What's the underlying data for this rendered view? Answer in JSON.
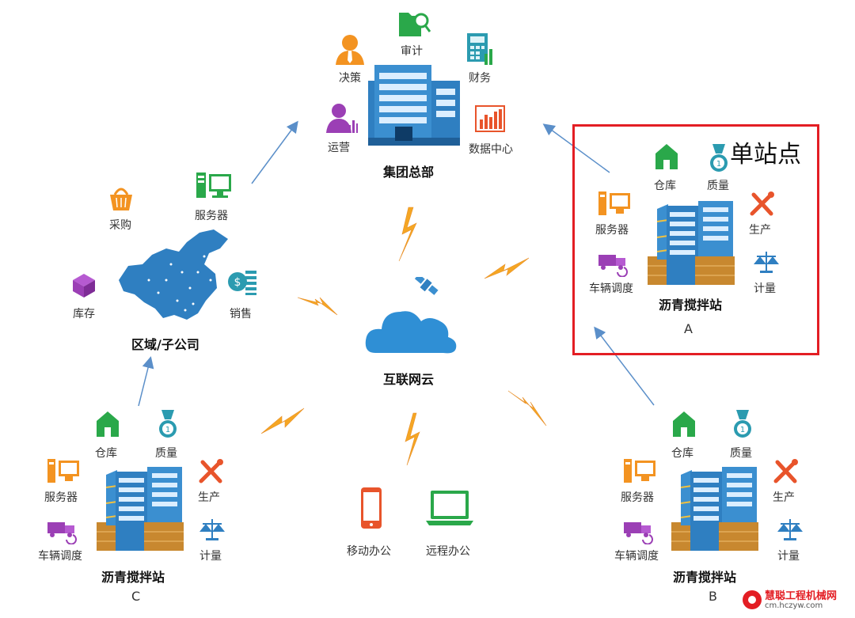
{
  "hq": {
    "title": "集团总部",
    "modules": {
      "audit": "审计",
      "decision": "决策",
      "finance": "财务",
      "operations": "运营",
      "data_center": "数据中心"
    }
  },
  "region": {
    "title": "区域/子公司",
    "modules": {
      "purchase": "采购",
      "server": "服务器",
      "inventory": "库存",
      "sales": "销售"
    }
  },
  "cloud": {
    "title": "互联网云"
  },
  "mobile": {
    "mobile_office": "移动办公",
    "remote_office": "远程办公"
  },
  "station_a": {
    "title": "沥青搅拌站",
    "letter": "A",
    "highlight_label": "单站点",
    "modules": {
      "warehouse": "仓库",
      "quality": "质量",
      "server": "服务器",
      "production": "生产",
      "dispatch": "车辆调度",
      "metering": "计量"
    }
  },
  "station_b": {
    "title": "沥青搅拌站",
    "letter": "B",
    "modules": {
      "warehouse": "仓库",
      "quality": "质量",
      "server": "服务器",
      "production": "生产",
      "dispatch": "车辆调度",
      "metering": "计量"
    }
  },
  "station_c": {
    "title": "沥青搅拌站",
    "letter": "C",
    "modules": {
      "warehouse": "仓库",
      "quality": "质量",
      "server": "服务器",
      "production": "生产",
      "dispatch": "车辆调度",
      "metering": "计量"
    }
  },
  "watermark": {
    "name": "慧聪工程机械网",
    "url": "cm.hczyw.com"
  },
  "colors": {
    "arrow": "#5b8fc9",
    "lightning": "#f5a623",
    "highlight": "#e31e24",
    "green": "#2aa84a",
    "orange": "#f39321",
    "purple": "#9b3fb5",
    "teal": "#2b9bb0",
    "red_orange": "#e8542b",
    "building_blue": "#2f7fc1"
  }
}
